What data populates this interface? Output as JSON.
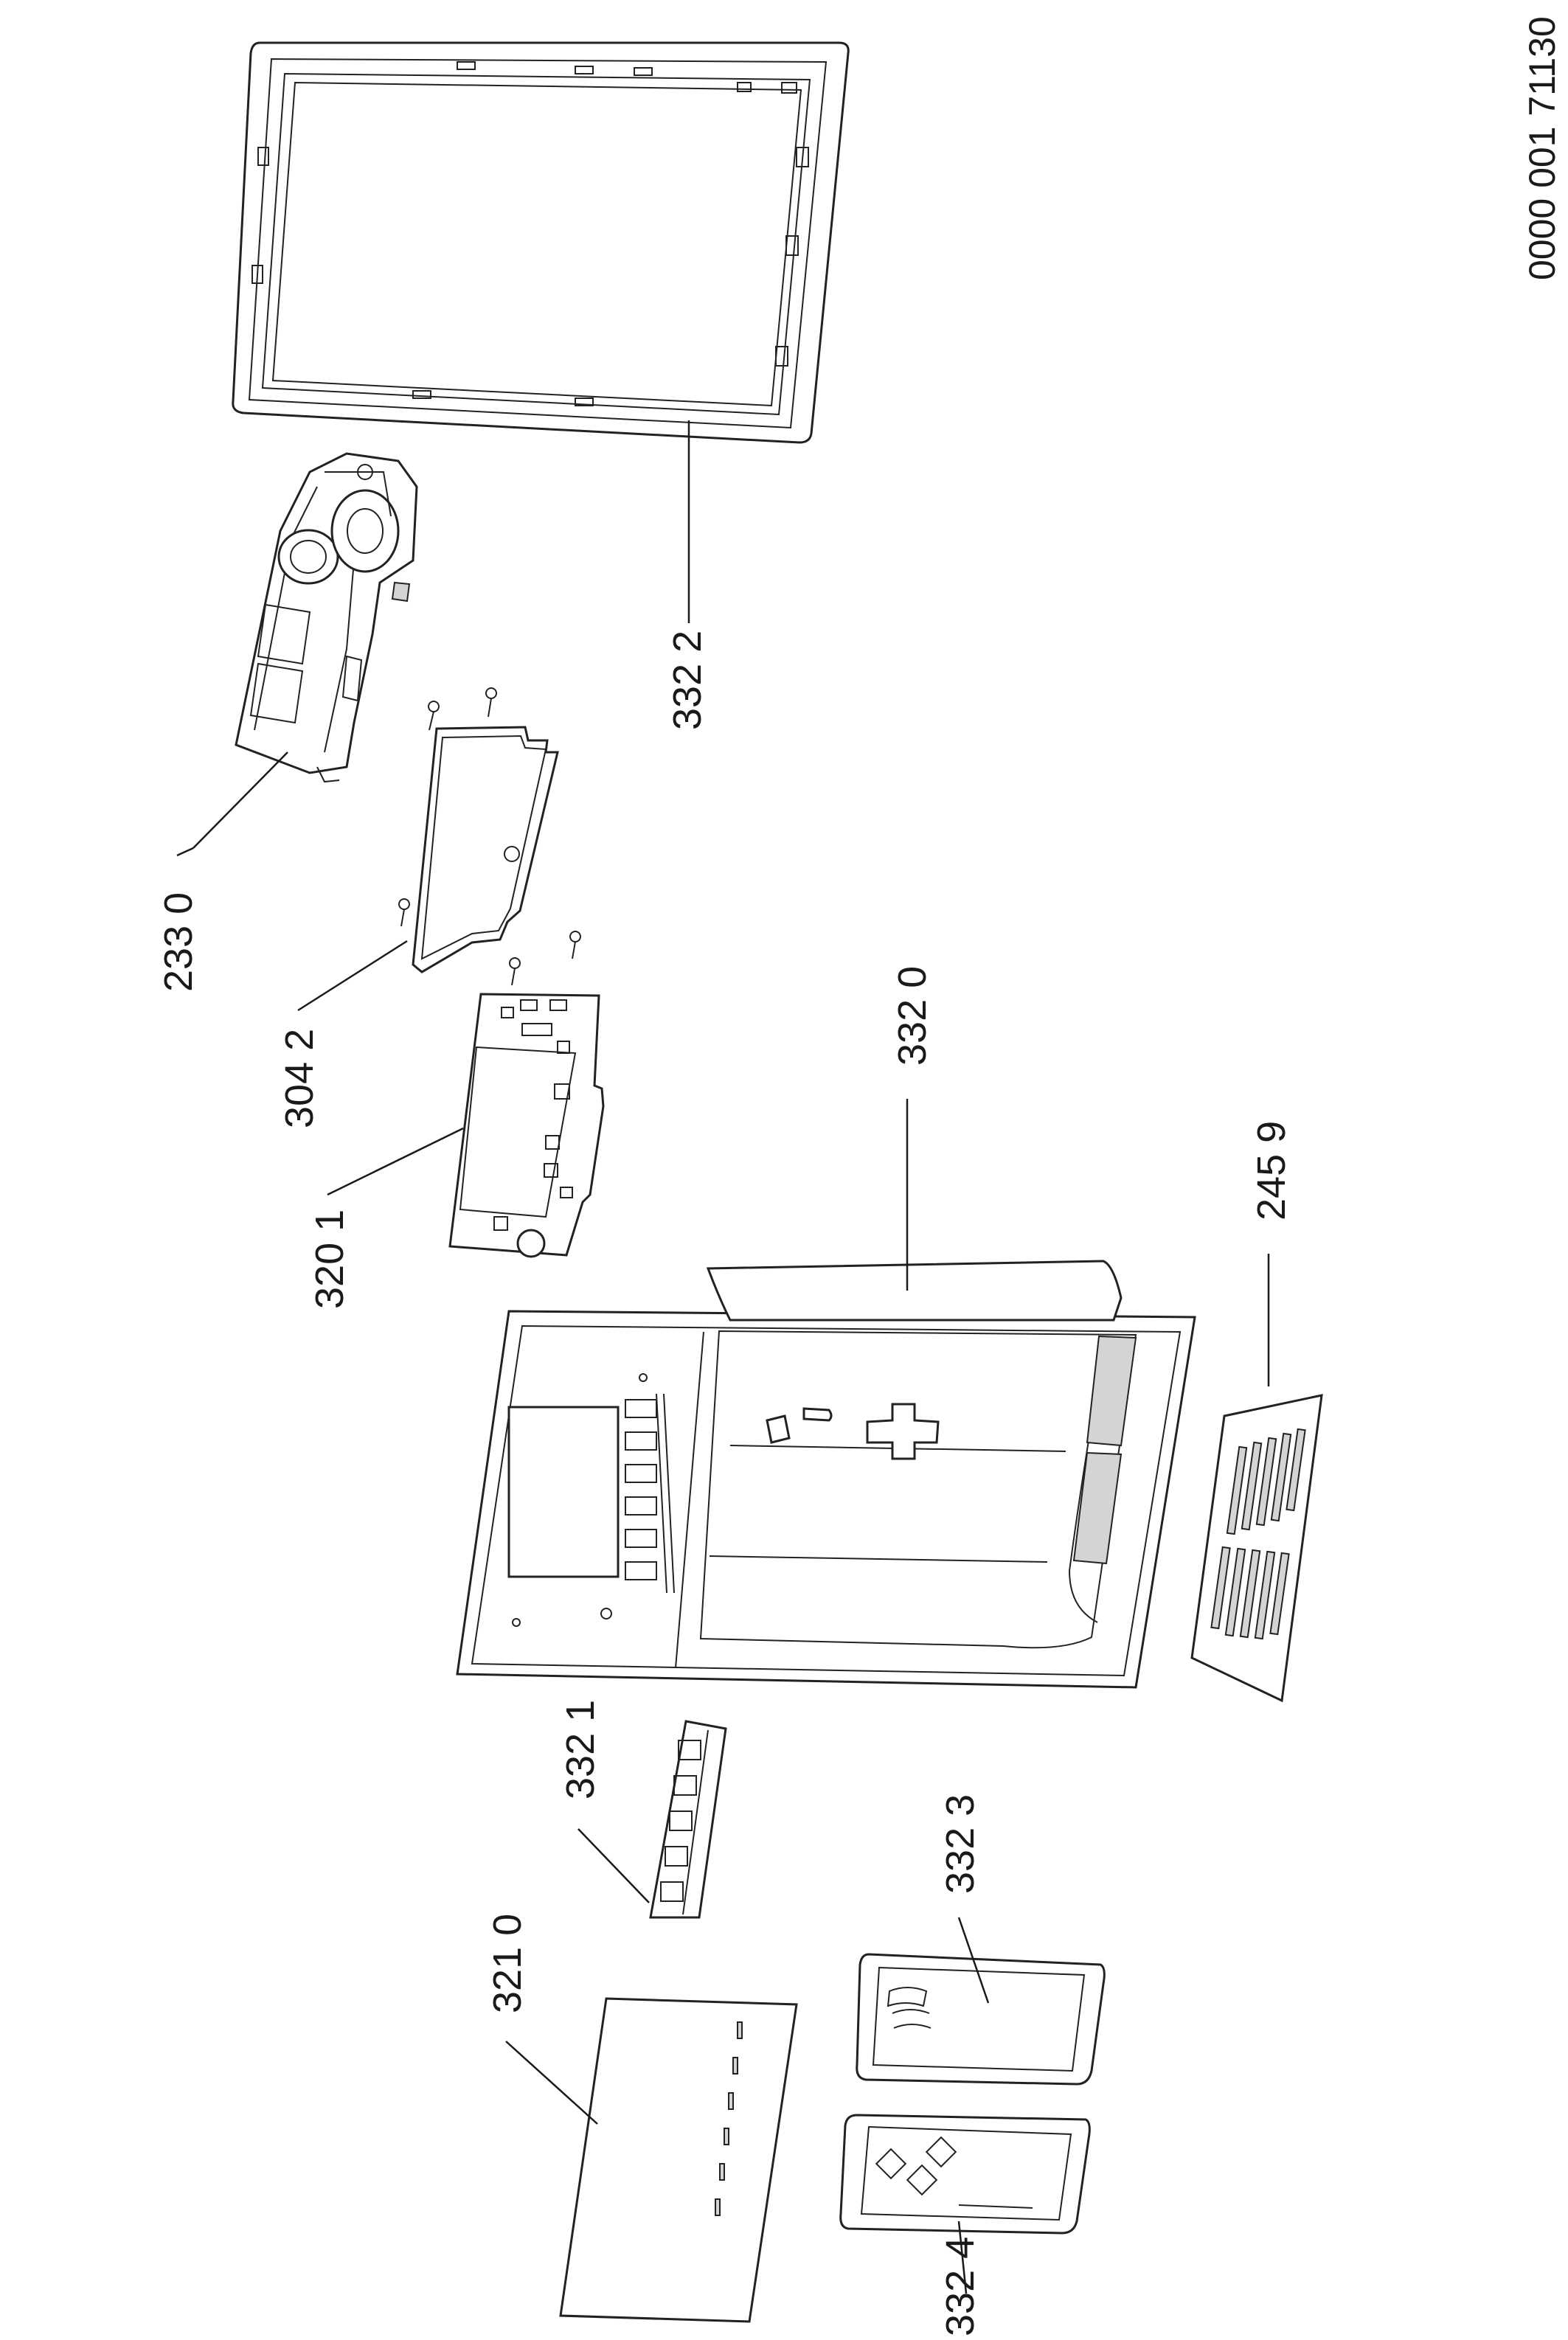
{
  "document_id": "0000 001 71130",
  "callouts": {
    "c3322": "332 2",
    "c2330": "233 0",
    "c3042": "304 2",
    "c3201": "320 1",
    "c3320": "332 0",
    "c2459": "245 9",
    "c3321": "332 1",
    "c3210": "321 0",
    "c3323": "332 3",
    "c3324": "332 4"
  }
}
